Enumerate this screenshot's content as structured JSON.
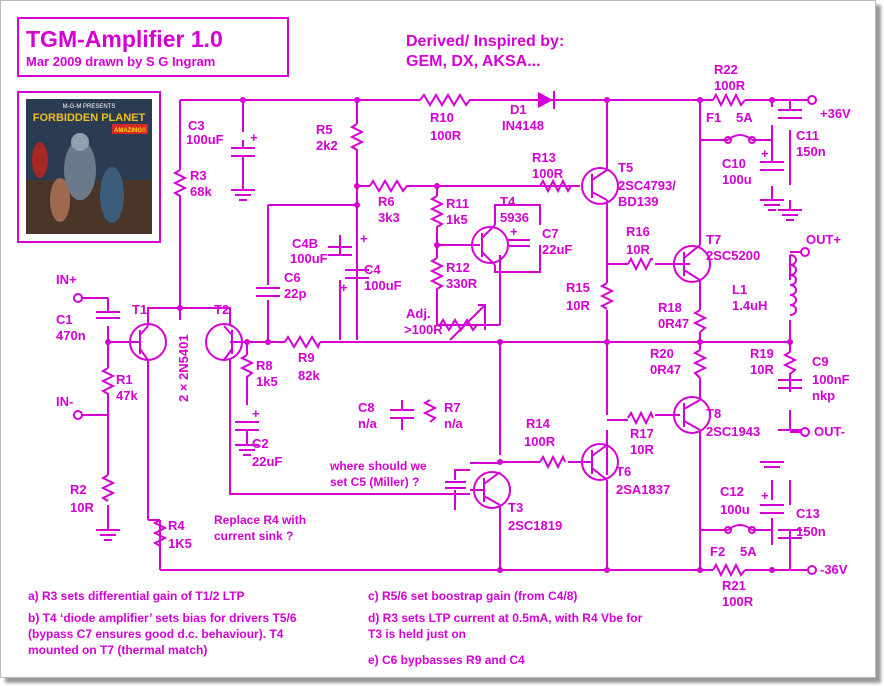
{
  "title": "TGM-Amplifier 1.0",
  "subtitle": "Mar 2009 drawn by S G Ingram",
  "inspired_line1": "Derived/ Inspired by:",
  "inspired_line2": "GEM, DX, AKSA...",
  "poster": {
    "top": "M-G-M PRESENTS",
    "title": "FORBIDDEN PLANET",
    "badge": "AMAZING!!"
  },
  "labels": {
    "r22": "R22",
    "r22v": "100R",
    "vplus": "+36V",
    "r10": "R10",
    "r10v": "100R",
    "d1": "D1",
    "d1v": "IN4148",
    "c3": "C3",
    "c3v": "100uF",
    "r3": "R3",
    "r3v": "68k",
    "r5": "R5",
    "r5v": "2k2",
    "f1": "F1",
    "f1v": "5A",
    "c11": "C11",
    "c11v": "150n",
    "c10": "C10",
    "c10v": "100u",
    "r13": "R13",
    "r13v": "100R",
    "t5": "T5",
    "t5v": "2SC4793/",
    "t5v2": "BD139",
    "r6": "R6",
    "r6v": "3k3",
    "r11": "R11",
    "r11v": "1k5",
    "t4": "T4",
    "t4v": "5936",
    "c7": "C7",
    "c7v": "22uF",
    "c4b": "C4B",
    "c4bv": "100uF",
    "c4": "C4",
    "c4v": "100uF",
    "r12": "R12",
    "r12v": "330R",
    "r16": "R16",
    "r16v": "10R",
    "t7": "T7",
    "t7v": "2SC5200",
    "out_plus": "OUT+",
    "l1": "L1",
    "l1v": "1.4uH",
    "r15": "R15",
    "r15v": "10R",
    "r18": "R18",
    "r18v": "0R47",
    "c6": "C6",
    "c6v": "22p",
    "in_plus": "IN+",
    "c1": "C1",
    "c1v": "470n",
    "t1": "T1",
    "t2": "T2",
    "trans_pair": "2 × 2N5401",
    "r8": "R8",
    "r8v": "1k5",
    "r9": "R9",
    "r9v": "82k",
    "adj": "Adj.",
    "adjv": ">100R",
    "r1": "R1",
    "r1v": "47k",
    "in_minus": "IN-",
    "r20": "R20",
    "r20v": "0R47",
    "r19": "R19",
    "r19v": "10R",
    "c9": "C9",
    "c9v": "100nF",
    "c9v2": "nkp",
    "c8": "C8",
    "c8v": "n/a",
    "r7": "R7",
    "r7v": "n/a",
    "c2": "C2",
    "c2v": "22uF",
    "r14": "R14",
    "r14v": "100R",
    "r17": "R17",
    "r17v": "10R",
    "t8": "T8",
    "t8v": "2SC1943",
    "out_minus": "OUT-",
    "miller1": "where should we",
    "miller2": "set C5 (Miller) ?",
    "t6": "T6",
    "t6v": "2SA1837",
    "r2": "R2",
    "r2v": "10R",
    "c12": "C12",
    "c12v": "100u",
    "c13": "C13",
    "c13v": "150n",
    "r4": "R4",
    "r4v": "1K5",
    "r4note1": "Replace R4 with",
    "r4note2": "current sink ?",
    "t3": "T3",
    "t3v": "2SC1819",
    "f2": "F2",
    "f2v": "5A",
    "vminus": "-36V",
    "r21": "R21",
    "r21v": "100R"
  },
  "notes": {
    "a": "a) R3 sets differential gain of T1/2 LTP",
    "b1": "b) T4 ‘diode amplifier’ sets bias for drivers T5/6",
    "b2": "(bypass C7 ensures good d.c. behaviour). T4",
    "b3": "mounted on T7 (thermal match)",
    "c": "c) R5/6 set boostrap gain (from C4/8)",
    "d1": "d) R3 sets LTP current at 0.5mA, with R4 Vbe for",
    "d2": "T3 is held just on",
    "e": "e) C6 bypbasses R9 and C4"
  },
  "colors": {
    "ink": "#d400d4",
    "poster_bg": "#2a3b52",
    "poster_title": "#e8c020"
  }
}
